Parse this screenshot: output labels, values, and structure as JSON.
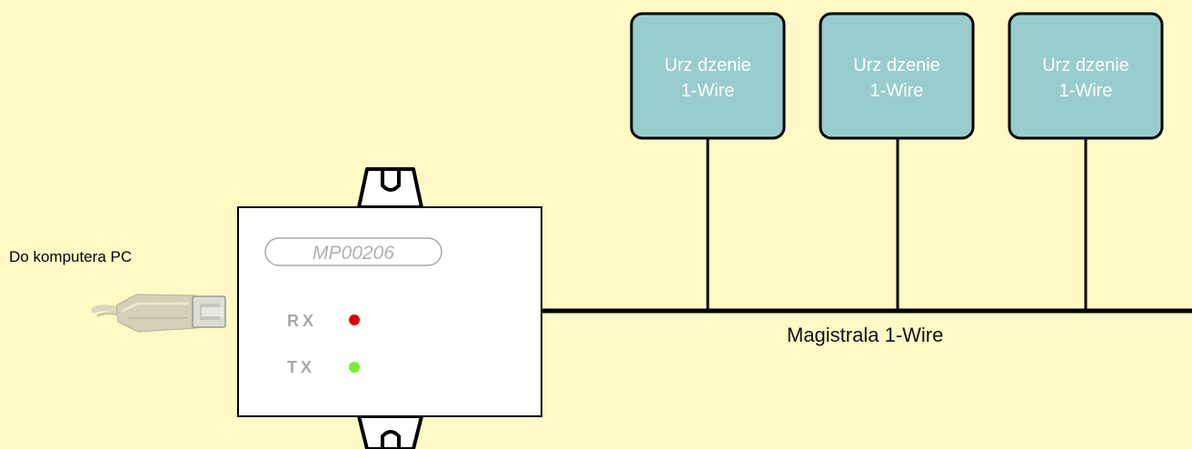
{
  "pc_label": "Do komputera PC",
  "bus_label": "Magistrala 1-Wire",
  "adapter": {
    "model": "MP00206",
    "rx_label": "RX",
    "tx_label": "TX",
    "rx_led_color": "#dd0000",
    "tx_led_color": "#77ee33"
  },
  "devices": [
    {
      "line1": "Urz  dzenie",
      "line2": "1-Wire"
    },
    {
      "line1": "Urz  dzenie",
      "line2": "1-Wire"
    },
    {
      "line1": "Urz  dzenie",
      "line2": "1-Wire"
    }
  ],
  "colors": {
    "background": "#FFF9C6",
    "device_fill": "#99CCCC",
    "line": "#000000"
  }
}
